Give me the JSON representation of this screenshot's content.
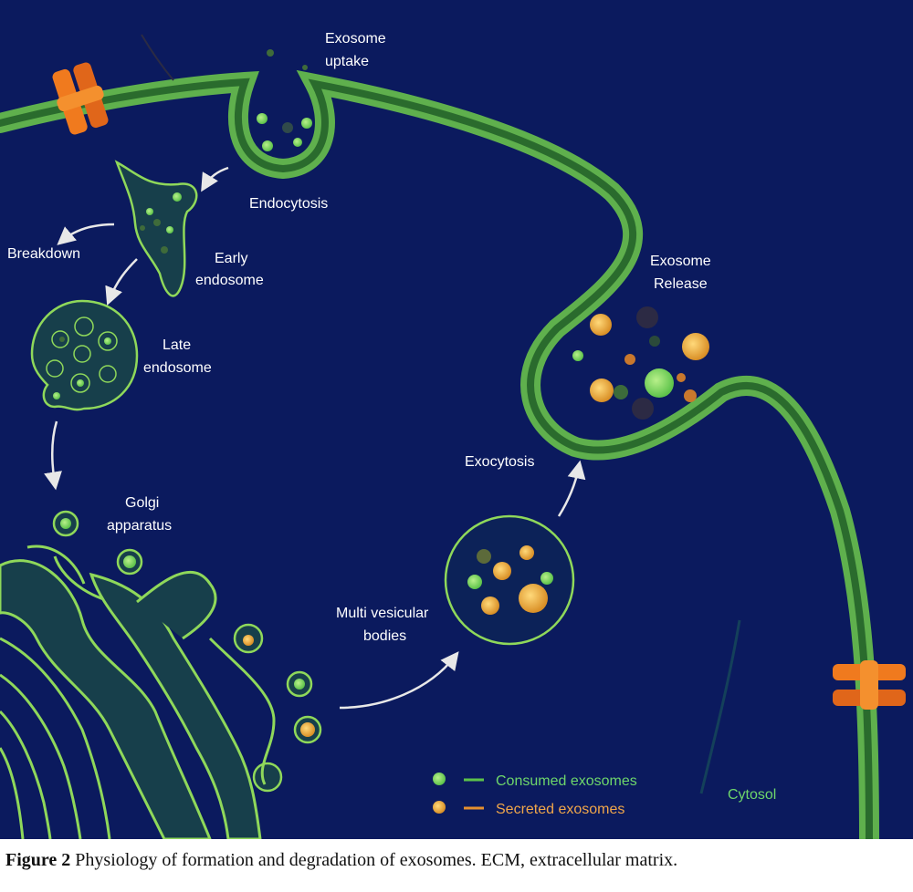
{
  "colors": {
    "background": "#0b1a5e",
    "membrane_outer": "#5fb04d",
    "membrane_inner": "#2a6b2d",
    "organelle_edge": "#8fd85a",
    "organelle_fill": "#173f4b",
    "consumed": "#7bdc55",
    "secreted": "#f0b23f",
    "channel": "#f07a1e",
    "arrow": "#e8e8e8"
  },
  "labels": {
    "exosome_uptake_1": "Exosome",
    "exosome_uptake_2": "uptake",
    "endocytosis": "Endocytosis",
    "breakdown": "Breakdown",
    "early_endosome_1": "Early",
    "early_endosome_2": "endosome",
    "late_endosome_1": "Late",
    "late_endosome_2": "endosome",
    "golgi_1": "Golgi",
    "golgi_2": "apparatus",
    "mvb_1": "Multi vesicular",
    "mvb_2": "bodies",
    "exocytosis": "Exocytosis",
    "exosome_release_1": "Exosome",
    "exosome_release_2": "Release",
    "cytosol": "Cytosol"
  },
  "legend": {
    "consumed": "Consumed exosomes",
    "secreted": "Secreted exosomes"
  },
  "caption": {
    "label": "Figure 2",
    "text": "Physiology of formation and degradation of exosomes. ECM, extracellular matrix."
  }
}
